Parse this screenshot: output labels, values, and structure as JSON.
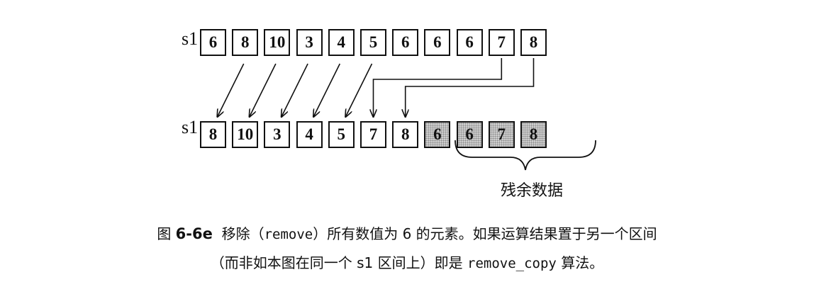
{
  "diagram": {
    "top_sequence": {
      "label": "s1",
      "values": [
        "6",
        "8",
        "10",
        "3",
        "4",
        "5",
        "6",
        "6",
        "6",
        "7",
        "8"
      ]
    },
    "bottom_sequence": {
      "label": "s1",
      "values": [
        "8",
        "10",
        "3",
        "4",
        "5",
        "7",
        "8",
        "6",
        "6",
        "7",
        "8"
      ],
      "residual_count": 4
    },
    "residual_label": "残余数据"
  },
  "caption": {
    "fig_prefix": "图 ",
    "fig_num": "6-6e",
    "line1_a": "  移除（",
    "line1_code": "remove",
    "line1_b": "）所有数值为 6 的元素。如果运算结果置于另一个区间",
    "line2_a": "（而非如本图在同一个 s1 区间上）即是 ",
    "line2_code": "remove_copy",
    "line2_b": " 算法。"
  }
}
